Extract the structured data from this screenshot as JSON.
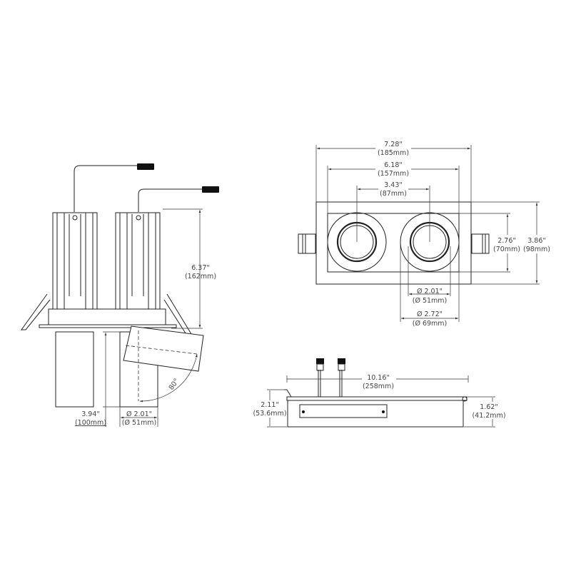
{
  "front_view": {
    "height": {
      "in": "6.37\"",
      "mm": "(162mm)"
    },
    "depth": {
      "in": "3.94\"",
      "mm": "(100mm)"
    },
    "aperture": {
      "in": "Ø 2.01\"",
      "mm": "(Ø 51mm)"
    },
    "tilt": "80°"
  },
  "top_view": {
    "overall_width": {
      "in": "7.28\"",
      "mm": "(185mm)"
    },
    "inner_width": {
      "in": "6.18\"",
      "mm": "(157mm)"
    },
    "center_spacing": {
      "in": "3.43\"",
      "mm": "(87mm)"
    },
    "inner_height": {
      "in": "2.76\"",
      "mm": "(70mm)"
    },
    "overall_height": {
      "in": "3.86\"",
      "mm": "(98mm)"
    },
    "lens_diameter": {
      "in": "Ø 2.01\"",
      "mm": "(Ø 51mm)"
    },
    "trim_diameter": {
      "in": "Ø 2.72\"",
      "mm": "(Ø 69mm)"
    }
  },
  "side_view": {
    "length": {
      "in": "10.16\"",
      "mm": "(258mm)"
    },
    "overall_height": {
      "in": "2.11\"",
      "mm": "(53.6mm)"
    },
    "body_height": {
      "in": "1.62\"",
      "mm": "(41.2mm)"
    }
  },
  "colors": {
    "line": "#222222",
    "text": "#444444"
  }
}
